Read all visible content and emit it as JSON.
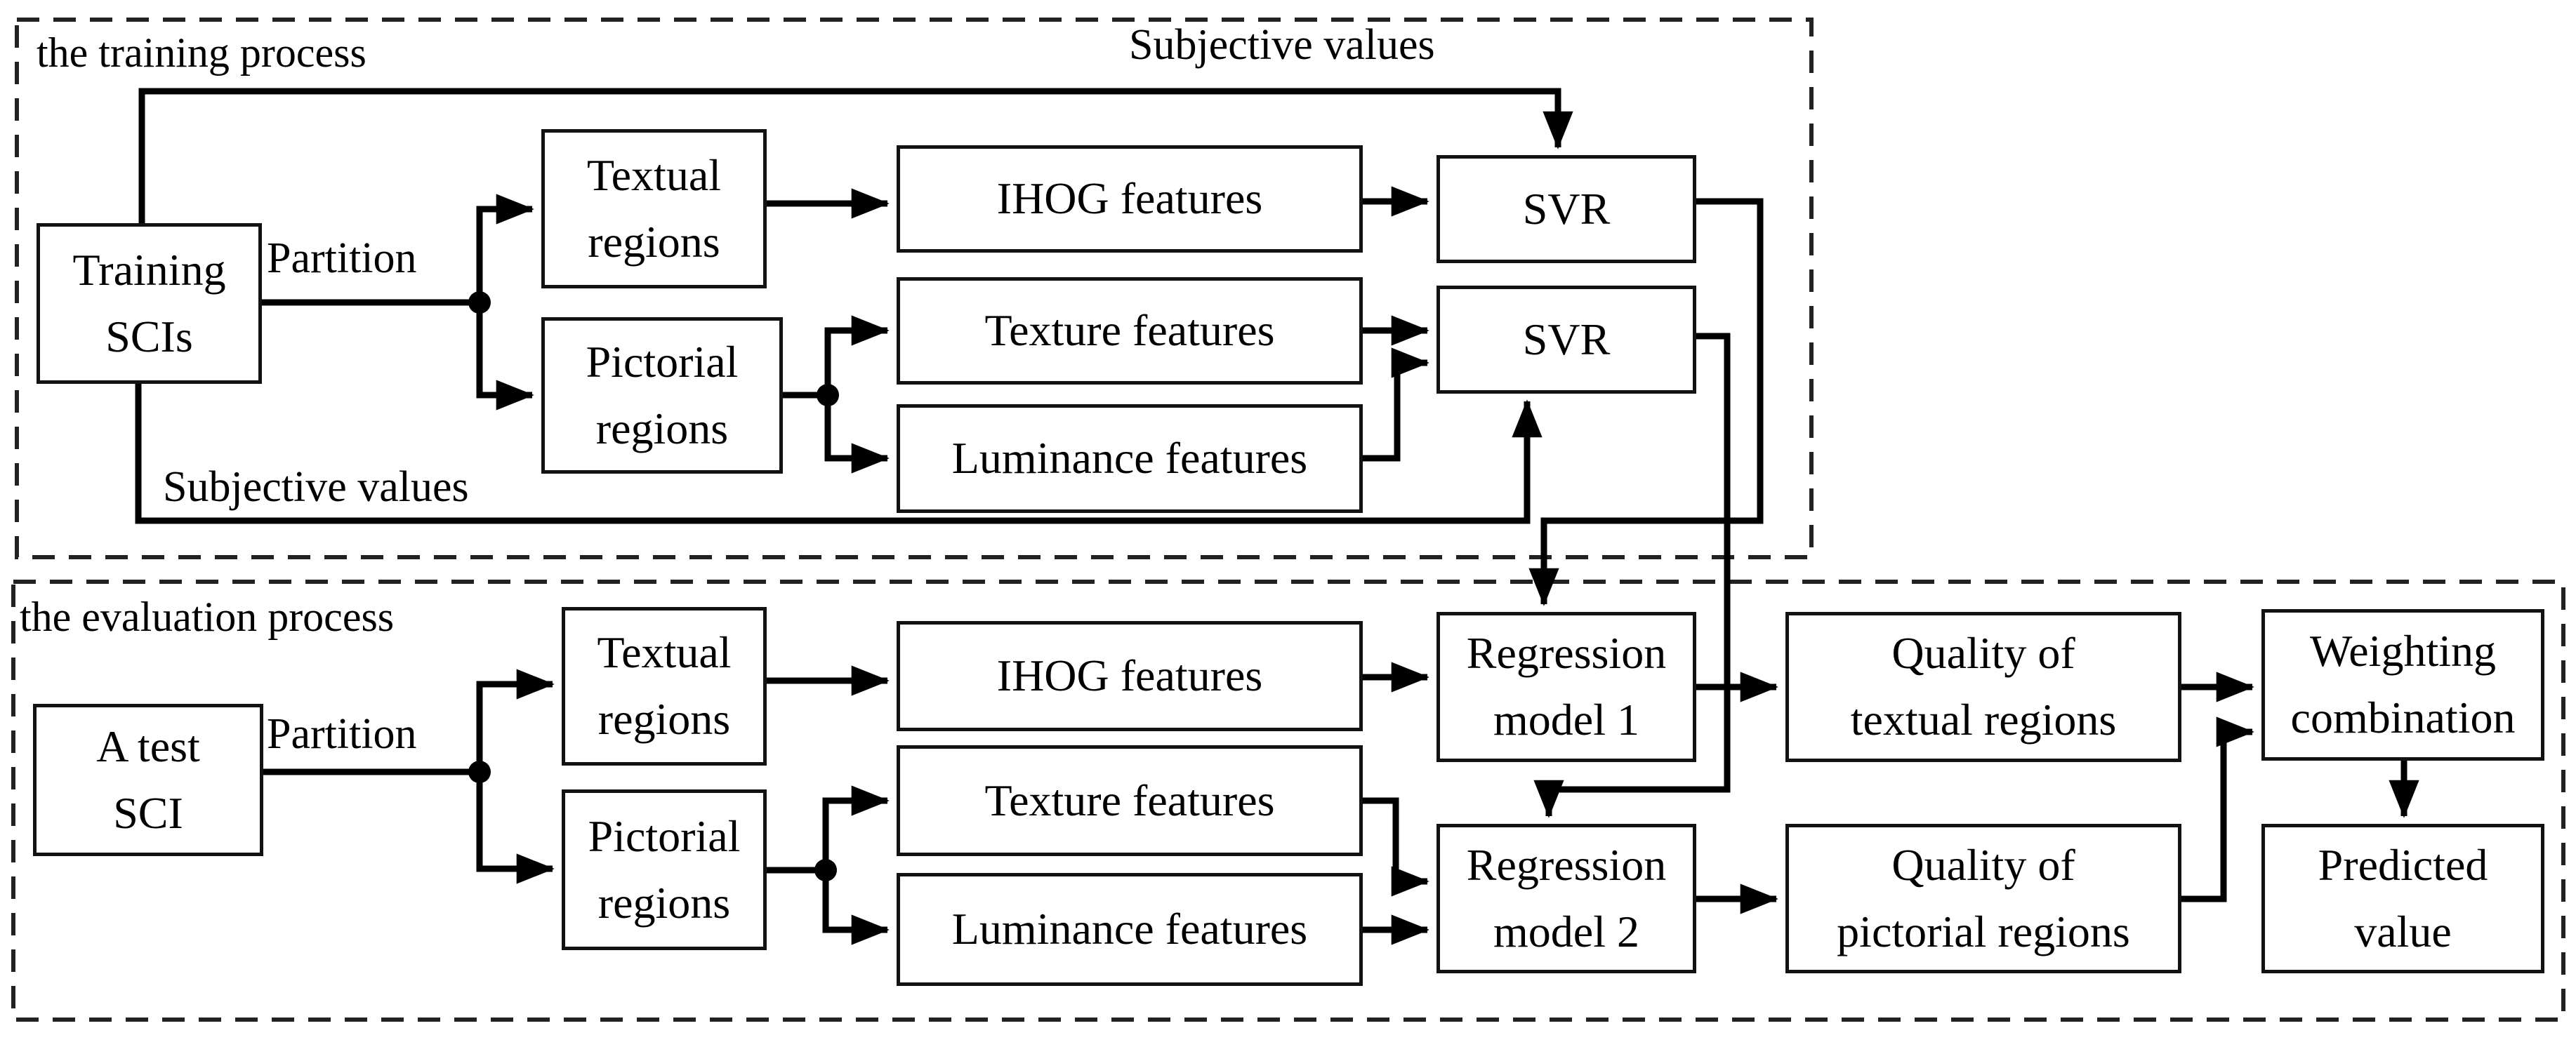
{
  "figure": {
    "background": "#ffffff",
    "line_color": "#000000",
    "border_color": "#222222",
    "sections": {
      "training": {
        "title": "the training process"
      },
      "evaluation": {
        "title": "the evaluation process"
      }
    },
    "labels": {
      "subjective_values_top": "Subjective values",
      "subjective_values_bottom": "Subjective values",
      "partition_training": "Partition",
      "partition_evaluation": "Partition"
    },
    "nodes": {
      "training_scis": "Training\nSCIs",
      "textual_regions_training": "Textual\nregions",
      "pictorial_regions_training": "Pictorial\nregions",
      "ihog_features_training": "IHOG features",
      "texture_features_training": "Texture features",
      "luminance_features_training": "Luminance features",
      "svr_textual": "SVR",
      "svr_pictorial": "SVR",
      "a_test_sci": "A test\nSCI",
      "textual_regions_evaluation": "Textual\nregions",
      "pictorial_regions_evaluation": "Pictorial\nregions",
      "ihog_features_evaluation": "IHOG features",
      "texture_features_evaluation": "Texture features",
      "luminance_features_evaluation": "Luminance features",
      "regression_model_1": "Regression\nmodel 1",
      "quality_textual": "Quality of\ntextual regions",
      "weighting_combination": "Weighting\ncombination",
      "regression_model_2": "Regression\nmodel 2",
      "quality_pictorial": "Quality of\npictorial regions",
      "predicted_value": "Predicted\nvalue"
    },
    "edges": [
      {
        "from": "training_scis",
        "to": "svr_textual",
        "label": "Subjective values"
      },
      {
        "from": "training_scis",
        "to": "textual_regions_training",
        "label": "Partition"
      },
      {
        "from": "training_scis",
        "to": "pictorial_regions_training",
        "label": "Partition"
      },
      {
        "from": "training_scis",
        "to": "svr_pictorial",
        "label": "Subjective values"
      },
      {
        "from": "textual_regions_training",
        "to": "ihog_features_training"
      },
      {
        "from": "ihog_features_training",
        "to": "svr_textual"
      },
      {
        "from": "pictorial_regions_training",
        "to": "texture_features_training"
      },
      {
        "from": "pictorial_regions_training",
        "to": "luminance_features_training"
      },
      {
        "from": "texture_features_training",
        "to": "svr_pictorial"
      },
      {
        "from": "luminance_features_training",
        "to": "svr_pictorial"
      },
      {
        "from": "svr_textual",
        "to": "regression_model_1"
      },
      {
        "from": "svr_pictorial",
        "to": "regression_model_2"
      },
      {
        "from": "a_test_sci",
        "to": "textual_regions_evaluation",
        "label": "Partition"
      },
      {
        "from": "a_test_sci",
        "to": "pictorial_regions_evaluation",
        "label": "Partition"
      },
      {
        "from": "textual_regions_evaluation",
        "to": "ihog_features_evaluation"
      },
      {
        "from": "ihog_features_evaluation",
        "to": "regression_model_1"
      },
      {
        "from": "pictorial_regions_evaluation",
        "to": "texture_features_evaluation"
      },
      {
        "from": "pictorial_regions_evaluation",
        "to": "luminance_features_evaluation"
      },
      {
        "from": "texture_features_evaluation",
        "to": "regression_model_2"
      },
      {
        "from": "luminance_features_evaluation",
        "to": "regression_model_2"
      },
      {
        "from": "regression_model_1",
        "to": "quality_textual"
      },
      {
        "from": "quality_textual",
        "to": "weighting_combination"
      },
      {
        "from": "regression_model_2",
        "to": "quality_pictorial"
      },
      {
        "from": "quality_pictorial",
        "to": "weighting_combination"
      },
      {
        "from": "weighting_combination",
        "to": "predicted_value"
      }
    ]
  }
}
